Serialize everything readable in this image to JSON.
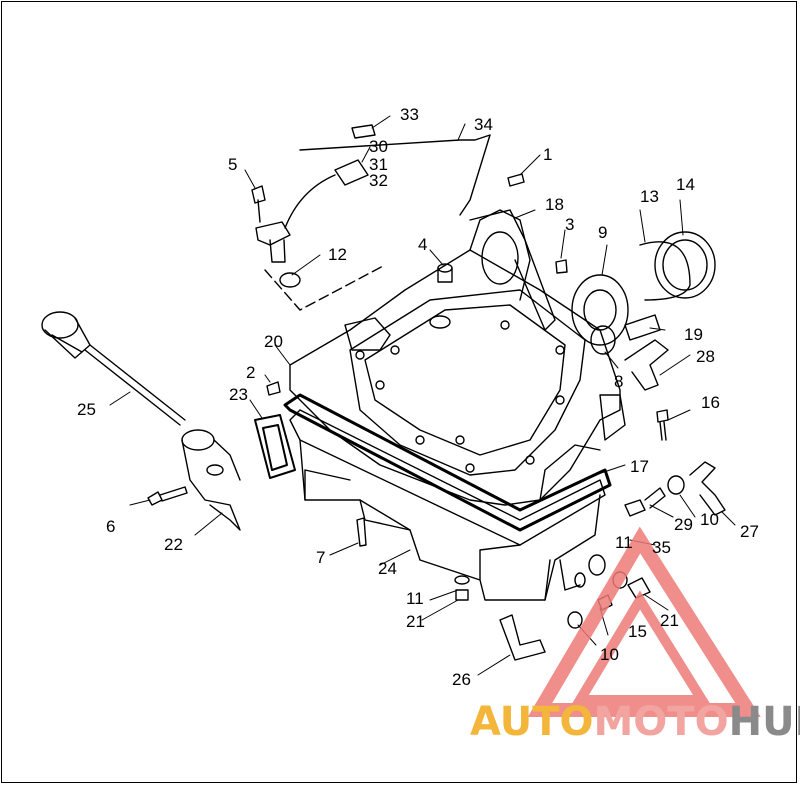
{
  "diagram": {
    "callouts": [
      "1",
      "2",
      "3",
      "4",
      "5",
      "6",
      "7",
      "8",
      "9",
      "10",
      "11",
      "12",
      "13",
      "14",
      "15",
      "16",
      "17",
      "18",
      "19",
      "20",
      "21",
      "22",
      "23",
      "24",
      "25",
      "26",
      "27",
      "28",
      "29",
      "30",
      "31",
      "32",
      "33",
      "34",
      "35"
    ],
    "callouts_repeat": [
      "10",
      "10",
      "11",
      "11",
      "21"
    ]
  },
  "watermark": {
    "part1": "AUTO",
    "part2": "MOTO",
    "part3": "HUB",
    "colors": {
      "auto": "#f3b63a",
      "moto": "#f2a4a0",
      "hub": "#8a8a8a",
      "triangle": "#ee7b78"
    }
  }
}
